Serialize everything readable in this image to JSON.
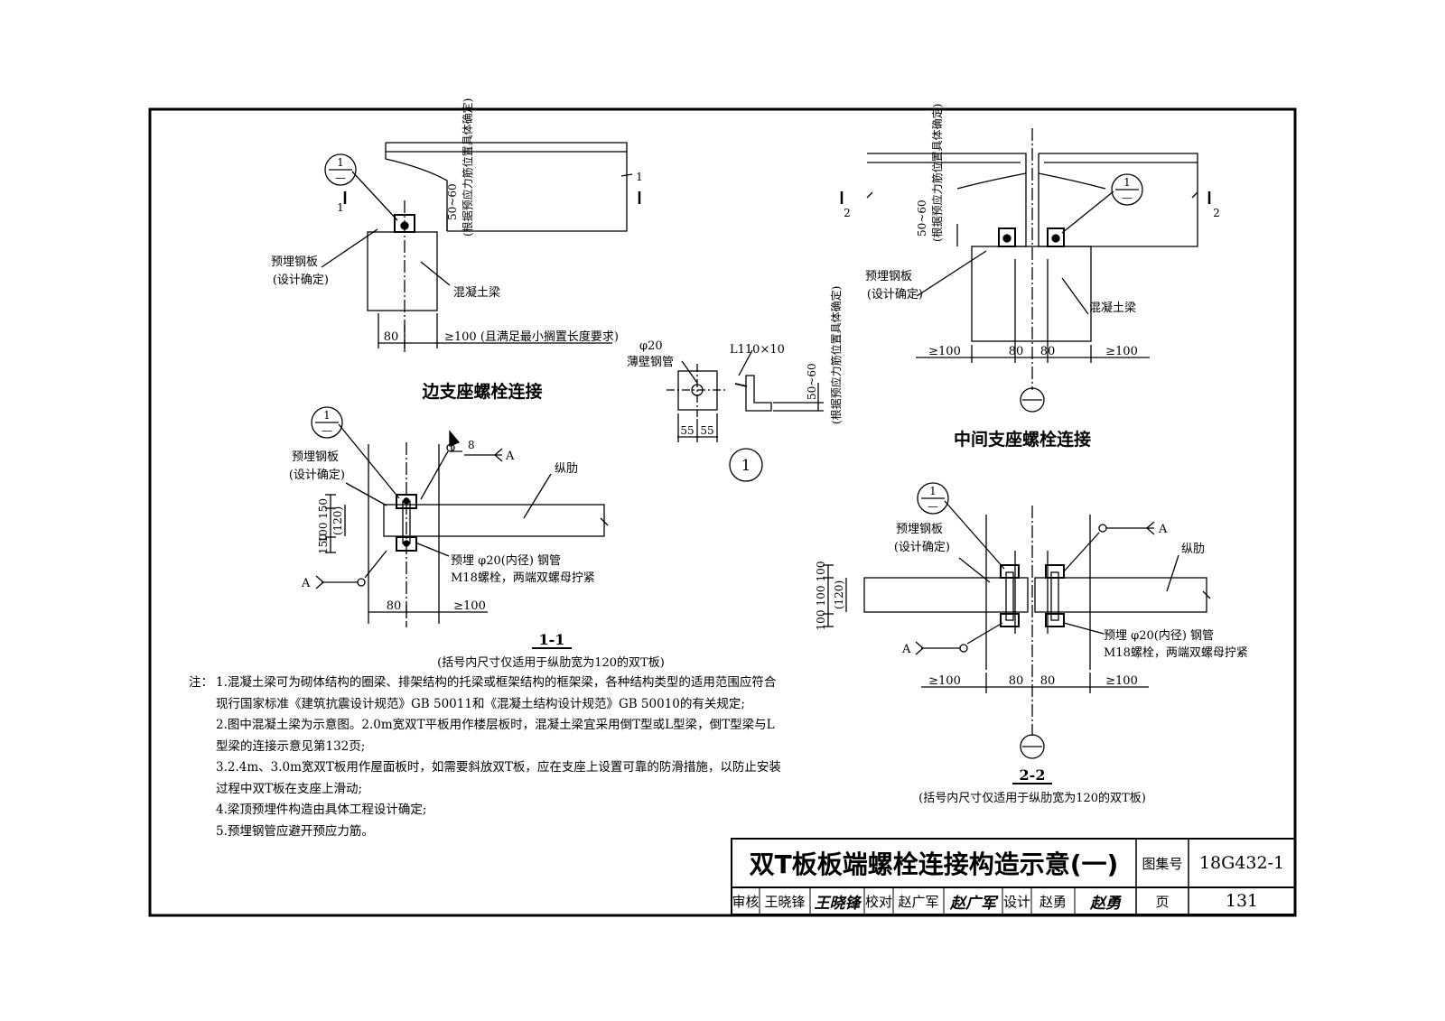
{
  "edge_support": {
    "heading": "边支座螺栓连接",
    "callout": "1",
    "section_mark": "1",
    "dim_5060": "50~60",
    "dim_note": "(根据预应力筋位置具体确定)",
    "plate_label": "预埋钢板",
    "plate_note": "(设计确定)",
    "beam_label": "混凝土梁",
    "dim_80": "80",
    "dim_100": "≥100 (且满足最小搁置长度要求)"
  },
  "detail1": {
    "pipe_size": "φ20",
    "pipe_label": "薄壁钢管",
    "angle_label": "L110×10",
    "dim_55a": "55",
    "dim_55b": "55",
    "dim_5060": "50~60",
    "dim_note": "(根据预应力筋位置具体确定)",
    "mark": "1"
  },
  "mid_support": {
    "heading": "中间支座螺栓连接",
    "callout": "1",
    "section_mark": "2",
    "dim_5060": "50~60",
    "dim_note": "(根据预应力筋位置具体确定)",
    "plate_label": "预埋钢板",
    "plate_note": "(设计确定)",
    "beam_label": "混凝土梁",
    "dim_left": "≥100",
    "dim_80a": "80",
    "dim_80b": "80",
    "dim_right": "≥100"
  },
  "section11": {
    "callout": "1",
    "plate_label": "预埋钢板",
    "plate_note": "(设计确定)",
    "weld": "8",
    "arrow_a": "A",
    "rib_label": "纵肋",
    "dim_150a": "150",
    "dim_100": "100",
    "dim_120": "(120)",
    "dim_150b": "150",
    "pipe_label": "预埋 φ20(内径) 钢管",
    "bolt_label": "M18螺栓，两端双螺母拧紧",
    "dim_80": "80",
    "dim_ge100": "≥100",
    "title": "1-1",
    "subtitle": "(括号内尺寸仅适用于纵肋宽为120的双T板)"
  },
  "section22": {
    "callout": "1",
    "plate_label": "预埋钢板",
    "plate_note": "(设计确定)",
    "arrow_a": "A",
    "rib_label": "纵肋",
    "dim_100a": "100",
    "dim_100b": "100",
    "dim_100c": "100",
    "dim_120": "(120)",
    "pipe_label": "预埋 φ20(内径) 钢管",
    "bolt_label": "M18螺栓，两端双螺母拧紧",
    "dim_left": "≥100",
    "dim_80a": "80",
    "dim_80b": "80",
    "dim_right": "≥100",
    "title": "2-2",
    "subtitle": "(括号内尺寸仅适用于纵肋宽为120的双T板)"
  },
  "notes": {
    "lead": "注：",
    "items": [
      "1.混凝土梁可为砌体结构的圈梁、排架结构的托梁或框架结构的框架梁，各种结构类型的适用范围应符合现行国家标准《建筑抗震设计规范》GB 50011和《混凝土结构设计规范》GB 50010的有关规定;",
      "2.图中混凝土梁为示意图。2.0m宽双T平板用作楼层板时，混凝土梁宜采用倒T型或L型梁，倒T型梁与L型梁的连接示意见第132页;",
      "3.2.4m、3.0m宽双T板用作屋面板时，如需要斜放双T板，应在支座上设置可靠的防滑措施，以防止安装过程中双T板在支座上滑动;",
      "4.梁顶预埋件构造由具体工程设计确定;",
      "5.预埋钢管应避开预应力筋。"
    ]
  },
  "title_block": {
    "title": "双T板板端螺栓连接构造示意(一)",
    "atlas_label": "图集号",
    "atlas_no": "18G432-1",
    "review_label": "审核",
    "reviewer": "王晓锋",
    "reviewer_sig": "王晓锋",
    "check_label": "校对",
    "checker": "赵广军",
    "checker_sig": "赵广军",
    "design_label": "设计",
    "designer": "赵勇",
    "designer_sig": "赵勇",
    "page_label": "页",
    "page_no": "131"
  }
}
